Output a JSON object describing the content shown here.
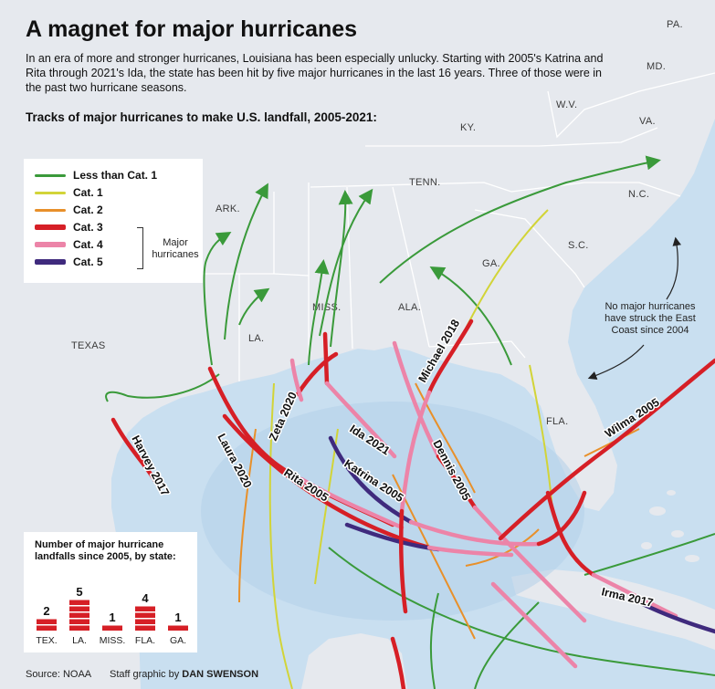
{
  "headline": "A magnet for major hurricanes",
  "intro": "In an era of more and stronger hurricanes, Louisiana has been especially unlucky. Starting with 2005's Katrina and Rita through 2021's Ida, the state has been hit by five major hurricanes in the last 16 years. Three of those were in the past two hurricane seasons.",
  "subhead": "Tracks of major hurricanes to make U.S. landfall, 2005-2021:",
  "legend": {
    "items": [
      {
        "label": "Less than Cat. 1",
        "color": "#3a9a3a",
        "major": false
      },
      {
        "label": "Cat. 1",
        "color": "#d2d438",
        "major": false
      },
      {
        "label": "Cat. 2",
        "color": "#e8902a",
        "major": false
      },
      {
        "label": "Cat. 3",
        "color": "#d61f26",
        "major": true
      },
      {
        "label": "Cat. 4",
        "color": "#ec84a8",
        "major": true
      },
      {
        "label": "Cat. 5",
        "color": "#3f2a7d",
        "major": true
      }
    ],
    "major_note": "Major hurricanes"
  },
  "map": {
    "colors": {
      "land": "#e6e9ee",
      "gulf": "#b9d5ec",
      "ocean": "#c9dff0",
      "border": "#ffffff"
    },
    "state_labels": [
      "PA.",
      "MD.",
      "W.V.",
      "VA.",
      "KY.",
      "TENN.",
      "N.C.",
      "ARK.",
      "S.C.",
      "GA.",
      "MISS.",
      "ALA.",
      "LA.",
      "TEXAS",
      "FLA."
    ],
    "storm_labels": [
      "Harvey 2017",
      "Laura 2020",
      "Zeta 2020",
      "Rita 2005",
      "Ida 2021",
      "Katrina 2005",
      "Michael 2018",
      "Dennis 2005",
      "Wilma 2005",
      "Irma 2017"
    ],
    "annotation": "No major hurricanes have struck the East Coast since 2004"
  },
  "landfalls": {
    "title": "Number of major hurricane landfalls since 2005, by state:",
    "bar_color": "#d61f26",
    "states": [
      {
        "state": "TEX.",
        "count": 2
      },
      {
        "state": "LA.",
        "count": 5
      },
      {
        "state": "MISS.",
        "count": 1
      },
      {
        "state": "FLA.",
        "count": 4
      },
      {
        "state": "GA.",
        "count": 1
      }
    ]
  },
  "credits": {
    "source": "Source: NOAA",
    "staff_prefix": "Staff graphic by",
    "staff_name": "DAN SWENSON"
  },
  "chart_data": {
    "type": "bar",
    "title": "Number of major hurricane landfalls since 2005, by state:",
    "categories": [
      "TEX.",
      "LA.",
      "MISS.",
      "FLA.",
      "GA."
    ],
    "values": [
      2,
      5,
      1,
      4,
      1
    ]
  }
}
